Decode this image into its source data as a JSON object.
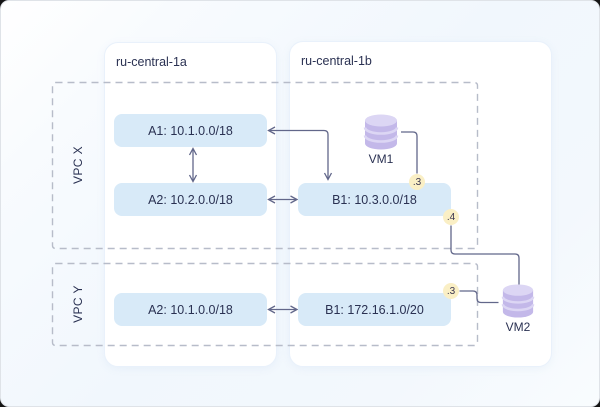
{
  "colors": {
    "card_bg": "#f1f7fd",
    "card_border": "#dfe3e8",
    "zone_bg": "#ffffff",
    "zone_border": "#e9f1fb",
    "subnet_bg": "#d8eaf8",
    "text": "#2a3152",
    "dashed": "#b7bcc9",
    "connector": "#62678a",
    "badge_bg": "#faefc5",
    "badge_text": "#3a3550",
    "db_body": "#c3b8e9",
    "db_light": "#dcd6f4"
  },
  "diagram": {
    "zones": [
      {
        "label": "ru-central-1a"
      },
      {
        "label": "ru-central-1b"
      }
    ],
    "vpcs": [
      {
        "label": "VPC X"
      },
      {
        "label": "VPC Y"
      }
    ],
    "subnets": [
      {
        "label": "A1: 10.1.0.0/18"
      },
      {
        "label": "A2: 10.2.0.0/18"
      },
      {
        "label": "B1: 10.3.0.0/18"
      },
      {
        "label": "A2: 10.1.0.0/18"
      },
      {
        "label": "B1: 172.16.1.0/20"
      }
    ],
    "vms": [
      {
        "label": "VM1"
      },
      {
        "label": "VM2"
      }
    ],
    "badges": [
      {
        "label": ".3"
      },
      {
        "label": ".4"
      },
      {
        "label": ".3"
      }
    ]
  }
}
